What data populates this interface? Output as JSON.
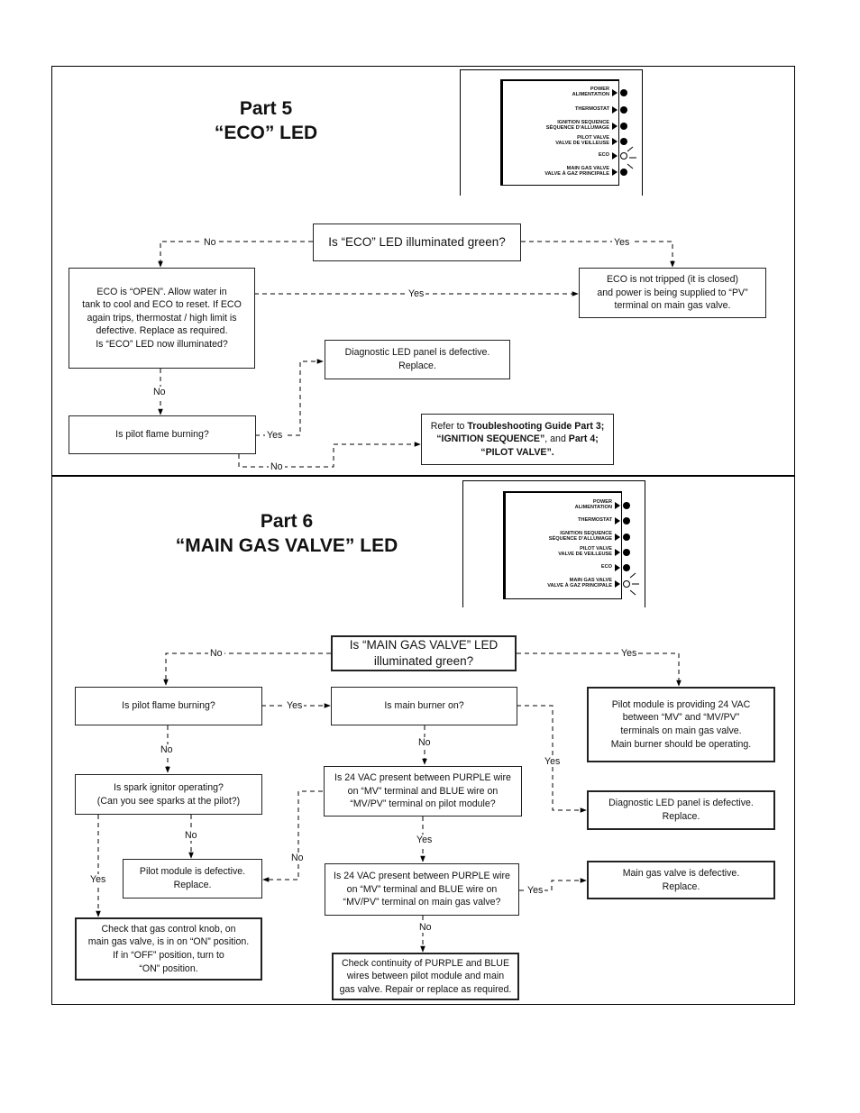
{
  "part5": {
    "title_line1": "Part 5",
    "title_line2": "“ECO” LED",
    "panel": {
      "rows": [
        {
          "label": "POWER\nALIMENTATION",
          "lit": false
        },
        {
          "label": "THERMOSTAT",
          "lit": false
        },
        {
          "label": "IGNITION SEQUENCE\nSÉQUENCE D’ALLUMAGE",
          "lit": false
        },
        {
          "label": "PILOT VALVE\nVALVE DE VEILLEUSE",
          "lit": false
        },
        {
          "label": "ECO",
          "lit": true
        },
        {
          "label": "MAIN GAS VALVE\nVALVE À GAZ PRINCIPALE",
          "lit": false
        }
      ]
    },
    "q_eco": "Is “ECO” LED illuminated green?",
    "eco_open": "ECO is “OPEN”. Allow water in\ntank to cool and ECO to reset. If ECO\nagain trips, thermostat / high limit is\ndefective. Replace as required.\nIs “ECO” LED now illuminated?",
    "eco_closed": "ECO is not tripped (it is closed)\nand power is being supplied to “PV”\nterminal on main gas valve.",
    "diag_defective": "Diagnostic LED panel is defective.\nReplace.",
    "q_pilot": "Is pilot flame burning?",
    "refer": {
      "l1a": "Refer to ",
      "l1b": "Troubleshooting Guide Part 3;",
      "l2a": "“IGNITION SEQUENCE”",
      "l2b": ", and ",
      "l2c": "Part 4;",
      "l3": "“PILOT VALVE”."
    },
    "labels": {
      "no1": "No",
      "yes1": "Yes",
      "yes2": "Yes",
      "no2": "No",
      "yes3": "Yes",
      "no3": "No"
    }
  },
  "part6": {
    "title_line1": "Part 6",
    "title_line2": "“MAIN GAS VALVE” LED",
    "panel": {
      "rows": [
        {
          "label": "POWER\nALIMENTATION",
          "lit": false
        },
        {
          "label": "THERMOSTAT",
          "lit": false
        },
        {
          "label": "IGNITION SEQUENCE\nSÉQUENCE D’ALLUMAGE",
          "lit": false
        },
        {
          "label": "PILOT VALVE\nVALVE DE VEILLEUSE",
          "lit": false
        },
        {
          "label": "ECO",
          "lit": false
        },
        {
          "label": "MAIN GAS VALVE\nVALVE À GAZ PRINCIPALE",
          "lit": true
        }
      ]
    },
    "q_mgv": "Is “MAIN GAS VALVE” LED\nilluminated green?",
    "q_pilot": "Is pilot flame burning?",
    "q_burner": "Is main burner on?",
    "pilot_ok": "Pilot module is providing 24 VAC\nbetween “MV” and “MV/PV”\nterminals on main gas valve.\nMain burner should be operating.",
    "q_spark": "Is spark ignitor operating?\n(Can you see sparks at the pilot?)",
    "q_24_pilot": "Is 24 VAC present between PURPLE wire\non “MV” terminal and BLUE wire on\n“MV/PV” terminal on pilot module?",
    "diag_defective": "Diagnostic LED panel is defective.\nReplace.",
    "module_defective": "Pilot module is defective.\nReplace.",
    "q_24_valve": "Is 24 VAC present between PURPLE wire\non “MV” terminal and BLUE wire on\n“MV/PV” terminal on main gas valve?",
    "valve_defective": "Main gas valve is defective.\nReplace.",
    "check_knob": "Check that gas control knob, on\nmain gas valve, is in on “ON” position.\nIf in “OFF” position, turn to\n“ON” position.",
    "check_wires": "Check continuity of PURPLE and BLUE\nwires between pilot module and main\ngas valve. Repair or replace as required.",
    "labels": {
      "no_top": "No",
      "yes_top": "Yes",
      "yes_pilot": "Yes",
      "no_pilot": "No",
      "no_burner": "No",
      "yes_burner": "Yes",
      "no_24": "No",
      "yes_24": "Yes",
      "no_spark": "No",
      "yes_spark": "Yes",
      "yes_valve": "Yes",
      "no_valve": "No"
    }
  }
}
